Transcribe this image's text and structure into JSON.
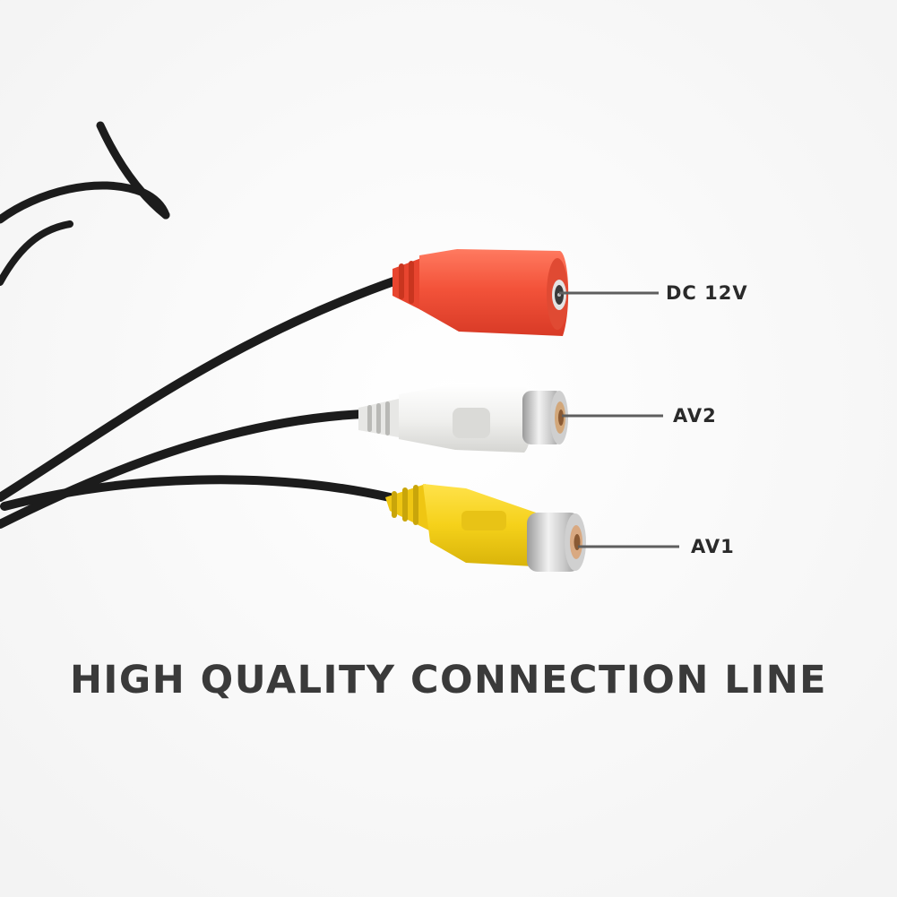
{
  "image": {
    "subject": "av-cable",
    "background_color": "#fbfbfb"
  },
  "connectors": [
    {
      "id": "dc",
      "label": "DC 12V",
      "color": "#f25a3e"
    },
    {
      "id": "av2",
      "label": "AV2",
      "color": "#eeeeec"
    },
    {
      "id": "av1",
      "label": "AV1",
      "color": "#f5d51c"
    }
  ],
  "headline": "HIGH QUALITY CONNECTION LINE",
  "colors": {
    "cable": "#1c1c1c",
    "callout_line": "#5e5e5e",
    "text": "#2a2a2a"
  }
}
